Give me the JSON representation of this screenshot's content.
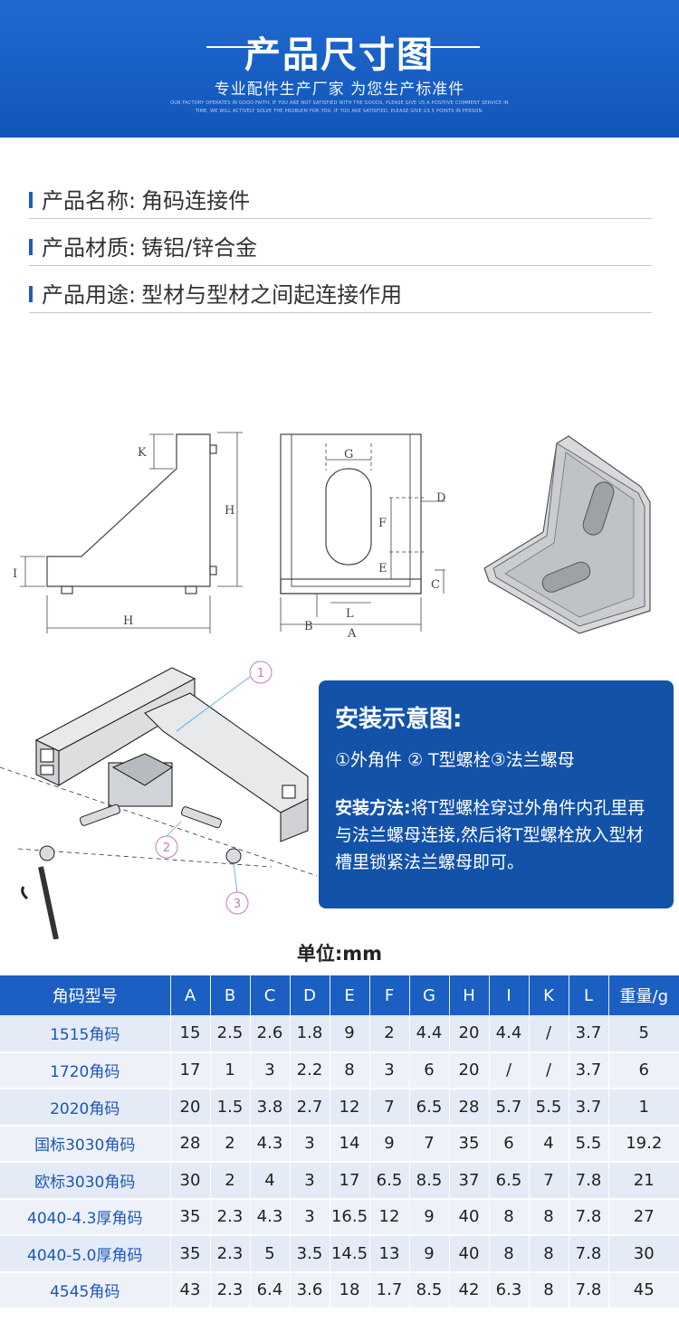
{
  "banner": {
    "title": "产品尺寸图",
    "subtitle": "专业配件生产厂家 为您生产标准件",
    "fineprint": "OUR FACTORY OPERATES IN GOOD FAITH. IF YOU ARE NOT SATISFIED WITH THE GOODS, PLEASE GIVE US A POSITIVE COMMENT SERVICE IN TIME, WE WILL ACTIVELY SOLVE THE PROBLEM FOR YOU. IF YOU ARE SATISFIED, PLEASE GIVE US 5 POINTS IN PERSON."
  },
  "info": [
    {
      "label": "产品名称:",
      "value": "角码连接件"
    },
    {
      "label": "产品材质:",
      "value": "铸铝/锌合金"
    },
    {
      "label": "产品用途:",
      "value": "型材与型材之间起连接作用"
    }
  ],
  "drawing_labels": {
    "side_k": "K",
    "side_h_right": "H",
    "side_i": "I",
    "side_h_bottom": "H",
    "front_g": "G",
    "front_d": "D",
    "front_f": "F",
    "front_e": "E",
    "front_c": "C",
    "front_l": "L",
    "front_b": "B",
    "front_a": "A"
  },
  "assembly": {
    "callout_1": "1",
    "callout_2": "2",
    "callout_3": "3"
  },
  "install": {
    "heading": "安装示意图:",
    "parts": "①外角件 ② T型螺栓③法兰螺母",
    "method_label": "安装方法:",
    "method_text": "将T型螺栓穿过外角件内孔里再与法兰螺母连接,然后将T型螺栓放入型材槽里锁紧法兰螺母即可。"
  },
  "unit": "单位:mm",
  "table": {
    "headers": [
      "角码型号",
      "A",
      "B",
      "C",
      "D",
      "E",
      "F",
      "G",
      "H",
      "I",
      "K",
      "L",
      "重量/g"
    ],
    "rows": [
      [
        "1515角码",
        "15",
        "2.5",
        "2.6",
        "1.8",
        "9",
        "2",
        "4.4",
        "20",
        "4.4",
        "/",
        "3.7",
        "5"
      ],
      [
        "1720角码",
        "17",
        "1",
        "3",
        "2.2",
        "8",
        "3",
        "6",
        "20",
        "/",
        "/",
        "3.7",
        "6"
      ],
      [
        "2020角码",
        "20",
        "1.5",
        "3.8",
        "2.7",
        "12",
        "7",
        "6.5",
        "28",
        "5.7",
        "5.5",
        "3.7",
        "1"
      ],
      [
        "国标3030角码",
        "28",
        "2",
        "4.3",
        "3",
        "14",
        "9",
        "7",
        "35",
        "6",
        "4",
        "5.5",
        "19.2"
      ],
      [
        "欧标3030角码",
        "30",
        "2",
        "4",
        "3",
        "17",
        "6.5",
        "8.5",
        "37",
        "6.5",
        "7",
        "7.8",
        "21"
      ],
      [
        "4040-4.3厚角码",
        "35",
        "2.3",
        "4.3",
        "3",
        "16.5",
        "12",
        "9",
        "40",
        "8",
        "8",
        "7.8",
        "27"
      ],
      [
        "4040-5.0厚角码",
        "35",
        "2.3",
        "5",
        "3.5",
        "14.5",
        "13",
        "9",
        "40",
        "8",
        "8",
        "7.8",
        "30"
      ],
      [
        "4545角码",
        "43",
        "2.3",
        "6.4",
        "3.6",
        "18",
        "1.7",
        "8.5",
        "42",
        "6.3",
        "8",
        "7.8",
        "45"
      ]
    ]
  }
}
